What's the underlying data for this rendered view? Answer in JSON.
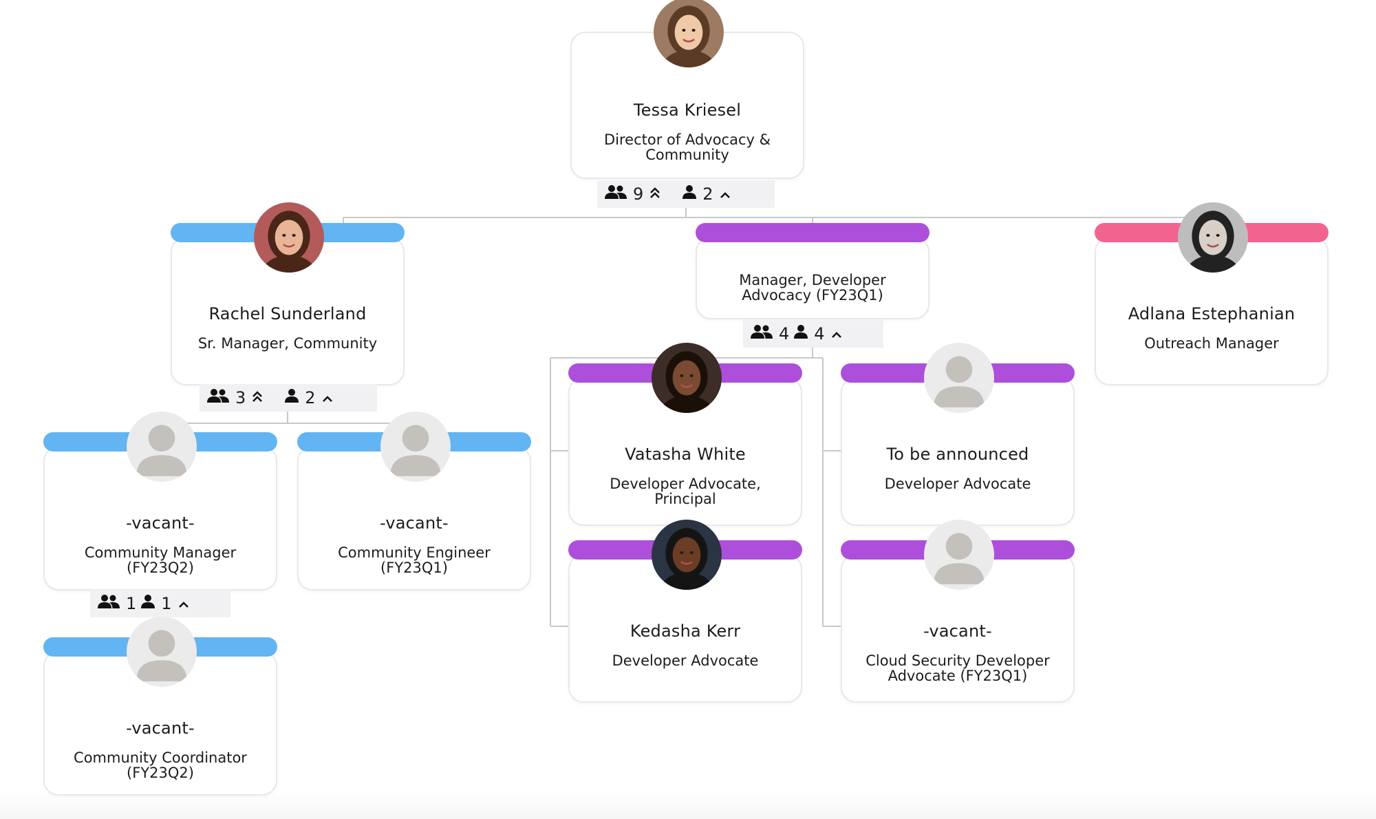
{
  "colors": {
    "community": "#62b4f2",
    "devadv": "#ad4fdb",
    "outreach": "#f2648f",
    "border": "#e8e8ec",
    "line": "#c8c8cc",
    "count_bg": "#f1f1f4"
  },
  "icons": {
    "group": "group-icon",
    "person": "person-icon",
    "double_chevron_up": "double-chevron-up-icon",
    "chevron_up": "chevron-up-icon",
    "avatar_placeholder": "avatar-placeholder-icon",
    "avatar_photo": "avatar-photo-icon"
  },
  "nodes": [
    {
      "id": "tessa",
      "name": "Tessa Kriesel",
      "title": "Director of Advocacy & Community",
      "color": "",
      "avatar": "photo"
    },
    {
      "id": "rachel",
      "name": "Rachel Sunderland",
      "title": "Sr. Manager, Community",
      "color": "community",
      "avatar": "photo"
    },
    {
      "id": "mgrdev",
      "name": "",
      "title": "Manager, Developer Advocacy (FY23Q1)",
      "color": "devadv",
      "avatar": "none"
    },
    {
      "id": "adlana",
      "name": "Adlana Estephanian",
      "title": "Outreach Manager",
      "color": "outreach",
      "avatar": "photo"
    },
    {
      "id": "vac_cm",
      "name": "-vacant-",
      "title": "Community Manager (FY23Q2)",
      "color": "community",
      "avatar": "placeholder"
    },
    {
      "id": "vac_ce",
      "name": "-vacant-",
      "title": "Community Engineer (FY23Q1)",
      "color": "community",
      "avatar": "placeholder"
    },
    {
      "id": "vac_cc",
      "name": "-vacant-",
      "title": "Community Coordinator (FY23Q2)",
      "color": "community",
      "avatar": "placeholder"
    },
    {
      "id": "vatasha",
      "name": "Vatasha White",
      "title": "Developer Advocate, Principal",
      "color": "devadv",
      "avatar": "photo"
    },
    {
      "id": "tba",
      "name": "To be announced",
      "title": "Developer Advocate",
      "color": "devadv",
      "avatar": "placeholder"
    },
    {
      "id": "kedasha",
      "name": "Kedasha Kerr",
      "title": "Developer Advocate",
      "color": "devadv",
      "avatar": "photo"
    },
    {
      "id": "vac_csda",
      "name": "-vacant-",
      "title": "Cloud Security Developer Advocate (FY23Q1)",
      "color": "devadv",
      "avatar": "placeholder"
    }
  ],
  "counts": [
    {
      "id": "tessa",
      "total": "9",
      "direct": "2",
      "double": true
    },
    {
      "id": "rachel",
      "total": "3",
      "direct": "2",
      "double": true
    },
    {
      "id": "mgrdev",
      "total": "4",
      "direct": "4",
      "double": false
    },
    {
      "id": "vac_cm",
      "total": "1",
      "direct": "1",
      "double": false
    }
  ]
}
